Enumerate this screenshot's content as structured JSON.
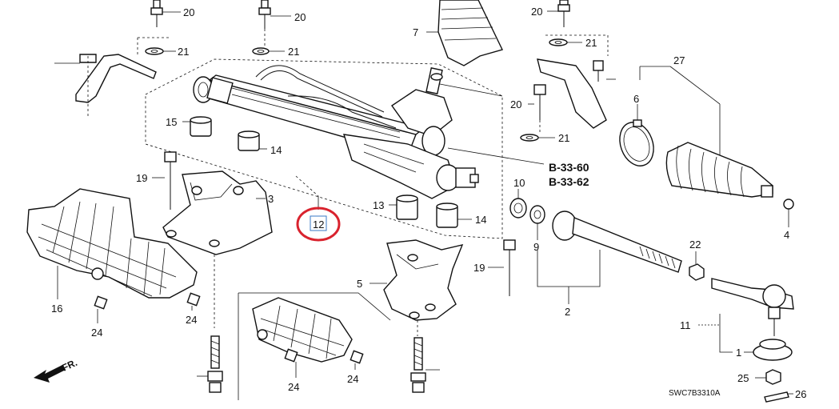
{
  "diagram": {
    "callouts": {
      "p1": "1",
      "p2": "2",
      "p3": "3",
      "p4": "4",
      "p5": "5",
      "p6": "6",
      "p7": "7",
      "p9": "9",
      "p10": "10",
      "p11": "11",
      "p12": "12",
      "p13": "13",
      "p14a": "14",
      "p14b": "14",
      "p15": "15",
      "p16": "16",
      "p19a": "19",
      "p19b": "19",
      "p20a": "20",
      "p20b": "20",
      "p20c": "20",
      "p20d": "20",
      "p21a": "21",
      "p21b": "21",
      "p21c": "21",
      "p21d": "21",
      "p22": "22",
      "p24a": "24",
      "p24b": "24",
      "p24c": "24",
      "p24d": "24",
      "p25": "25",
      "p26": "26",
      "p27": "27"
    },
    "references": [
      "B-33-60",
      "B-33-62"
    ],
    "front_arrow_label": "FR.",
    "diagram_code": "SWC7B3310A",
    "highlight_color": "#d9232e",
    "highlight_target": "12"
  }
}
